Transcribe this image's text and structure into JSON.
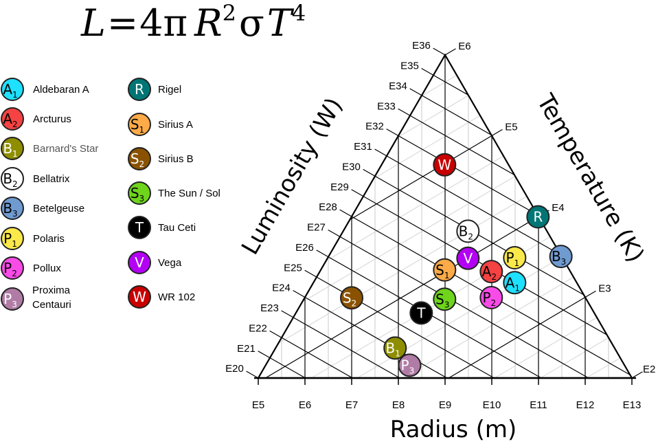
{
  "formula": {
    "L": "L",
    "eq": "=",
    "four": "4",
    "pi": "π",
    "R": "R",
    "exp2": "2",
    "sigma": "σ",
    "T": "T",
    "exp4": "4"
  },
  "axes": {
    "luminosity_title": "Luminosity (W)",
    "temperature_title": "Temperature (K)",
    "radius_title": "Radius (m)",
    "luminosity_ticks": [
      "E20",
      "E21",
      "E22",
      "E23",
      "E24",
      "E25",
      "E26",
      "E27",
      "E28",
      "E29",
      "E30",
      "E31",
      "E32",
      "E33",
      "E34",
      "E35",
      "E36"
    ],
    "temperature_ticks": [
      "E2",
      "E3",
      "E4",
      "E5",
      "E6"
    ],
    "radius_ticks": [
      "E5",
      "E6",
      "E7",
      "E8",
      "E9",
      "E10",
      "E11",
      "E12",
      "E13"
    ]
  },
  "stars": [
    {
      "letter": "A",
      "sub": "1",
      "name": "Aldebaran A",
      "color": "#1ee0ff",
      "text": "#000000",
      "logR": 10.49,
      "logT": 3.52
    },
    {
      "letter": "A",
      "sub": "2",
      "name": "Arcturus",
      "color": "#f54242",
      "text": "#000000",
      "logR": 9.99,
      "logT": 3.75
    },
    {
      "letter": "B",
      "sub": "1",
      "name": "Barnard's Star",
      "color": "#8e8e00",
      "text": "#ffffff",
      "logR": 7.93,
      "logT": 3.57,
      "label_color": "#555555"
    },
    {
      "letter": "B",
      "sub": "2",
      "name": "Bellatrix",
      "color": "#ffffff",
      "text": "#000000",
      "logR": 9.49,
      "logT": 4.25
    },
    {
      "letter": "B",
      "sub": "3",
      "name": "Betelgeuse",
      "color": "#6f9bd1",
      "text": "#000000",
      "logR": 11.48,
      "logT": 3.51
    },
    {
      "letter": "P",
      "sub": "1",
      "name": "Polaris",
      "color": "#fbe84a",
      "text": "#000000",
      "logR": 10.49,
      "logT": 3.75
    },
    {
      "letter": "P",
      "sub": "2",
      "name": "Pollux",
      "color": "#f84be8",
      "text": "#000000",
      "logR": 9.99,
      "logT": 3.51
    },
    {
      "letter": "P",
      "sub": "3",
      "name": "Proxima Centauri",
      "color": "#b07ca6",
      "text": "#ffffff",
      "logR": 8.05,
      "logT": 3.45
    },
    {
      "letter": "R",
      "sub": "",
      "name": "Rigel",
      "color": "#007575",
      "text": "#ffffff",
      "logR": 10.99,
      "logT": 4.0
    },
    {
      "letter": "S",
      "sub": "1",
      "name": "Sirius A",
      "color": "#fdaa48",
      "text": "#000000",
      "logR": 8.99,
      "logT": 4.02
    },
    {
      "letter": "S",
      "sub": "2",
      "name": "Sirius B",
      "color": "#8a5200",
      "text": "#ffffff",
      "logR": 7.0,
      "logT": 4.27
    },
    {
      "letter": "S",
      "sub": "3",
      "name": "The Sun / Sol",
      "color": "#6ed41c",
      "text": "#000000",
      "logR": 8.99,
      "logT": 3.75
    },
    {
      "letter": "T",
      "sub": "",
      "name": "Tau Ceti",
      "color": "#000000",
      "text": "#ffffff",
      "logR": 8.49,
      "logT": 3.75
    },
    {
      "letter": "V",
      "sub": "",
      "name": "Vega",
      "color": "#b300f5",
      "text": "#ffffff",
      "logR": 9.49,
      "logT": 4.0
    },
    {
      "letter": "W",
      "sub": "",
      "name": "WR 102",
      "color": "#c80000",
      "text": "#ffffff",
      "logR": 8.99,
      "logT": 4.99
    }
  ]
}
